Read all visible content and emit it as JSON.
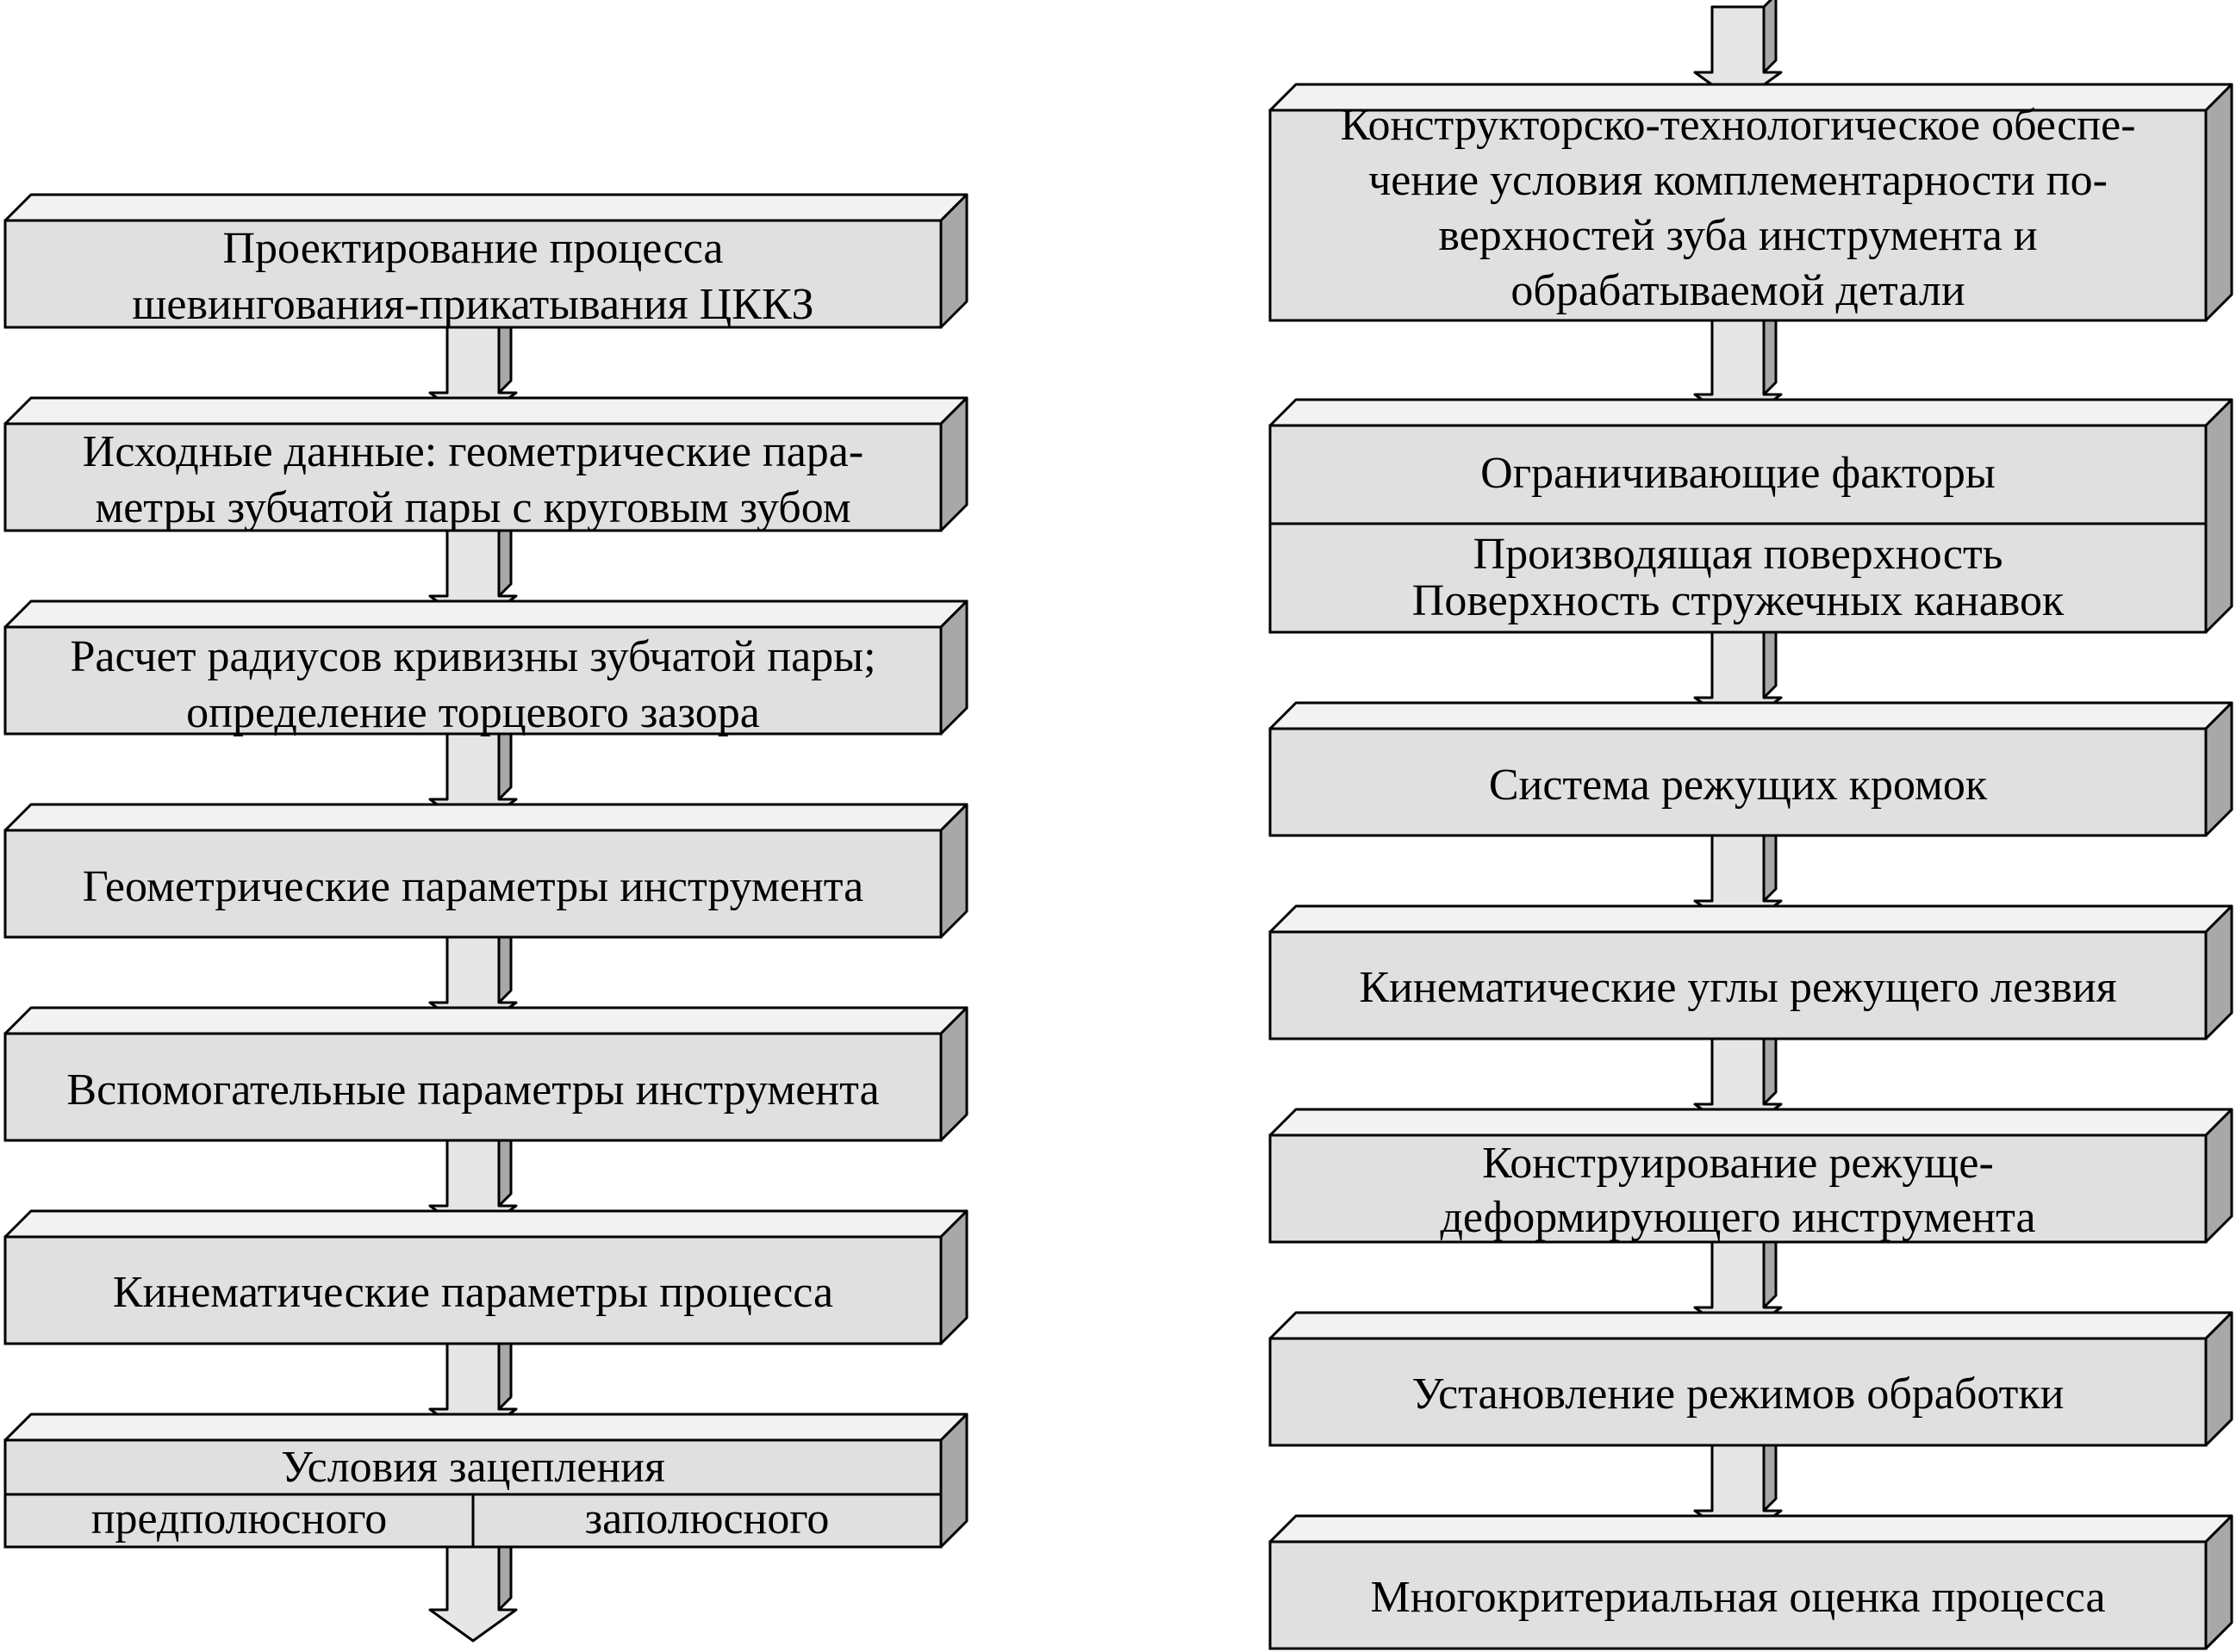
{
  "colors": {
    "box_front": "#e0e0e0",
    "box_top": "#f2f2f2",
    "box_side": "#a8a8a8",
    "arrow_fill": "#e6e6e6",
    "stroke": "#000000"
  },
  "left_column": {
    "boxes": [
      {
        "lines": [
          "Проектирование процесса",
          "шевингования-прикатывания ЦККЗ"
        ]
      },
      {
        "lines": [
          "Исходные данные: геометрические пара-",
          "метры зубчатой пары с круговым зубом"
        ]
      },
      {
        "lines": [
          "Расчет радиусов кривизны зубчатой пары;",
          "определение торцевого зазора"
        ]
      },
      {
        "lines": [
          "Геометрические параметры инструмента"
        ]
      },
      {
        "lines": [
          "Вспомогательные параметры инструмента"
        ]
      },
      {
        "lines": [
          "Кинематические параметры процесса"
        ]
      },
      {
        "header": "Условия зацепления",
        "cells": [
          "предполюсного",
          "заполюсного"
        ]
      }
    ]
  },
  "right_column": {
    "boxes": [
      {
        "lines": [
          "Конструкторско-технологическое обеспе-",
          "чение условия комплементарности по-",
          "верхностей зуба инструмента и",
          "обрабатываемой детали"
        ]
      },
      {
        "header": "Ограничивающие факторы",
        "lines": [
          "Производящая поверхность",
          "Поверхность стружечных канавок"
        ]
      },
      {
        "lines": [
          "Система режущих кромок"
        ]
      },
      {
        "lines": [
          "Кинематические углы режущего лезвия"
        ]
      },
      {
        "lines": [
          "Конструирование режуще-",
          "деформирующего инструмента"
        ]
      },
      {
        "lines": [
          "Установление режимов обработки"
        ]
      },
      {
        "lines": [
          "Многокритериальная оценка процесса"
        ]
      }
    ]
  }
}
